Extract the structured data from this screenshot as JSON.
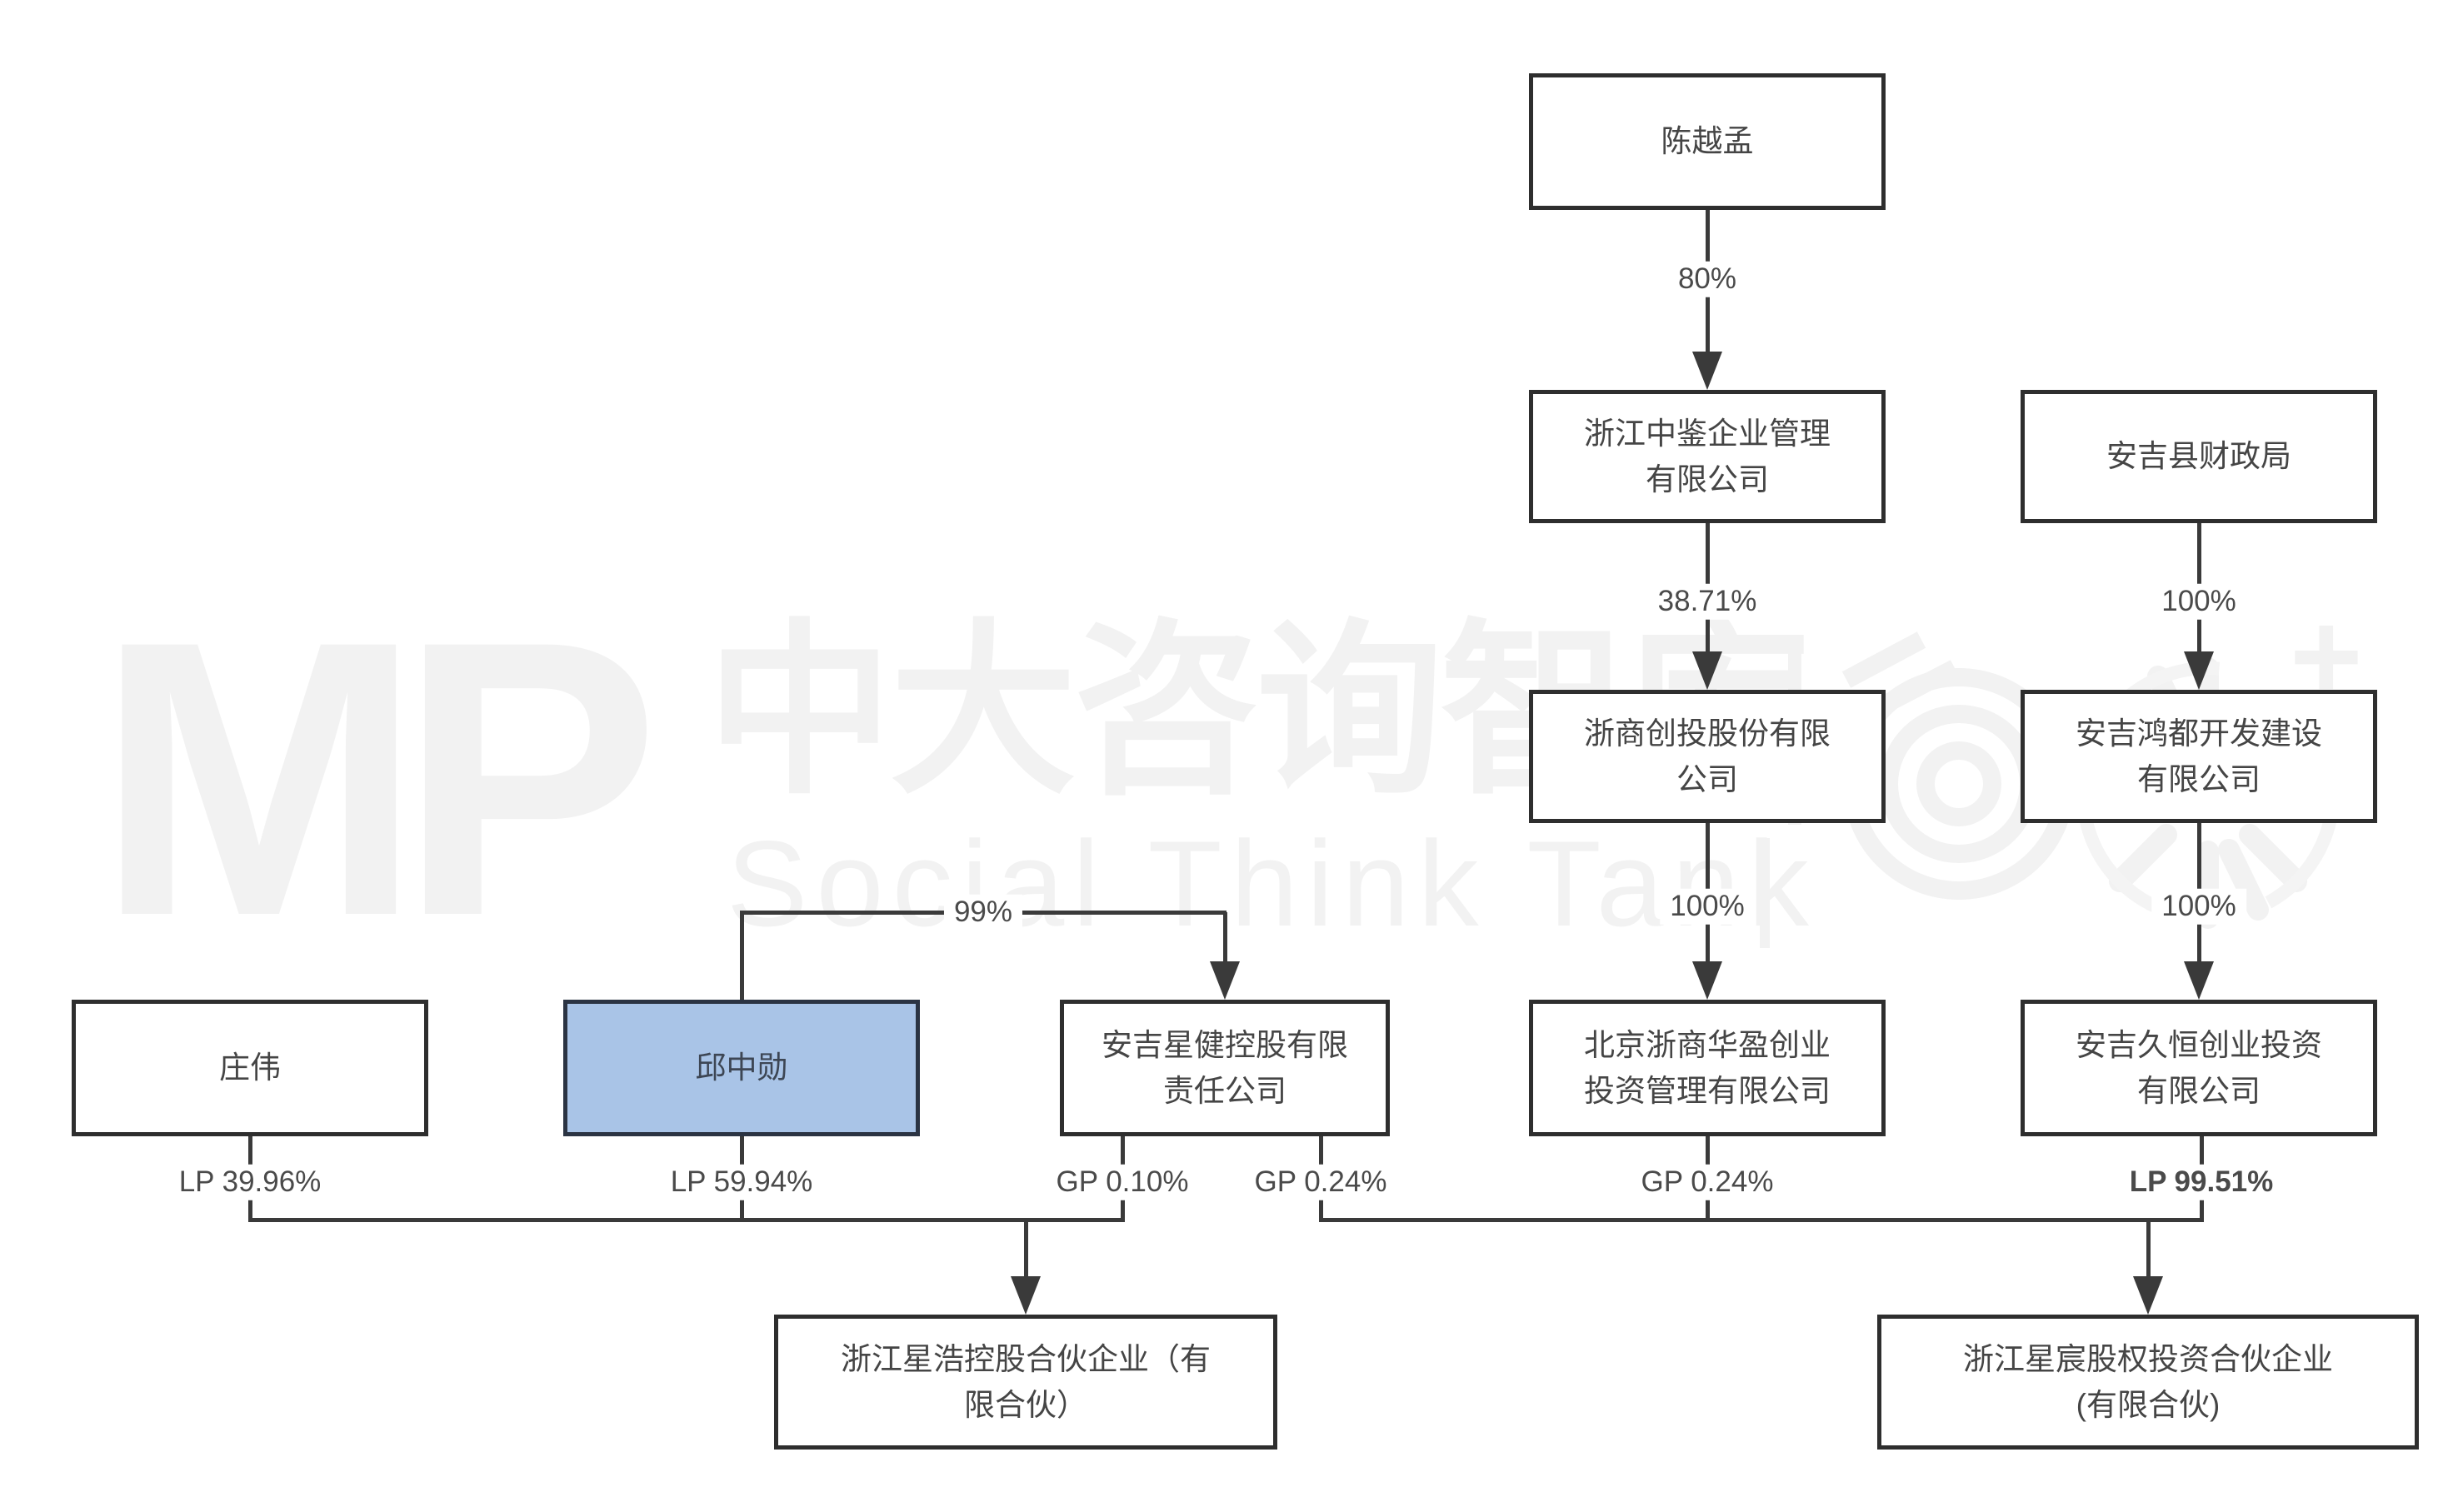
{
  "watermark": {
    "logo": "MP",
    "brand_cn": "中大咨询智库",
    "brand_en": "Social Think Tank",
    "divider": "|",
    "plus_mark": "+"
  },
  "colors": {
    "line": "#3a3a3a",
    "box_border": "#2e2e2e",
    "box_fill": "#ffffff",
    "highlight_fill": "#a9c4e7",
    "highlight_border": "#2b3443",
    "box_text": "#454545",
    "label_text": "#4a4a4a",
    "watermark": "#f2f2f2"
  },
  "nodes": {
    "chen": {
      "label": "陈越孟",
      "highlighted": false
    },
    "zhongjian": {
      "label": "浙江中鉴企业管理\n有限公司",
      "highlighted": false
    },
    "zheshang": {
      "label": "浙商创投股份有限\n公司",
      "highlighted": false
    },
    "beijing": {
      "label": "北京浙商华盈创业\n投资管理有限公司",
      "highlighted": false
    },
    "caizheng": {
      "label": "安吉县财政局",
      "highlighted": false
    },
    "hongdu": {
      "label": "安吉鸿都开发建设\n有限公司",
      "highlighted": false
    },
    "jiuheng": {
      "label": "安吉久恒创业投资\n有限公司",
      "highlighted": false
    },
    "zhuangwei": {
      "label": "庄伟",
      "highlighted": false
    },
    "qiu": {
      "label": "邱中勋",
      "highlighted": true
    },
    "xingjian": {
      "label": "安吉星健控股有限\n责任公司",
      "highlighted": false
    },
    "xinghao": {
      "label": "浙江星浩控股合伙企业（有\n限合伙）",
      "highlighted": false
    },
    "xingchen": {
      "label": "浙江星宸股权投资合伙企业\n(有限合伙)",
      "highlighted": false
    }
  },
  "edges": {
    "chen_zhongjian": {
      "label": "80%"
    },
    "zhongjian_zheshang": {
      "label": "38.71%"
    },
    "zheshang_beijing": {
      "label": "100%"
    },
    "caizheng_hongdu": {
      "label": "100%"
    },
    "hongdu_jiuheng": {
      "label": "100%"
    },
    "qiu_xingjian": {
      "label": "99%"
    },
    "zhuangwei_xinghao": {
      "label": "LP 39.96%"
    },
    "qiu_xinghao": {
      "label": "LP 59.94%"
    },
    "xingjian_xinghao": {
      "label": "GP 0.10%"
    },
    "xingjian_xingchen": {
      "label": "GP 0.24%"
    },
    "beijing_xingchen": {
      "label": "GP 0.24%"
    },
    "jiuheng_xingchen": {
      "label": "LP 99.51%"
    }
  }
}
